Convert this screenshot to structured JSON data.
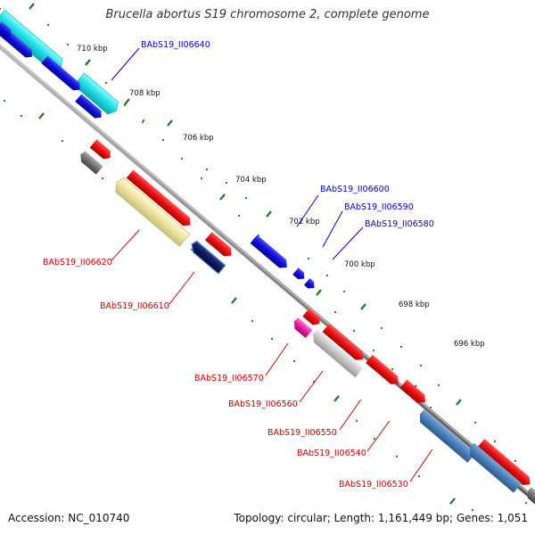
{
  "title": "Brucella abortus S19 chromosome 2, complete genome",
  "footer": {
    "accession": "Accession: NC_010740",
    "summary": "Topology: circular; Length: 1,161,449 bp; Genes: 1,051"
  },
  "colors": {
    "background": "#ffffff",
    "backbone": "#888888",
    "tick": "#1a7a1a",
    "label_red": "#cc0000",
    "label_blue": "#0000cc",
    "red_feature": "#ee1111",
    "blue_feature": "#1111dd",
    "cyan_feature": "#22e0e8",
    "steelblue_feature": "#4a82bc",
    "yellow_feature": "#eee6a0",
    "gray_feature": "#777777",
    "lightgray_feature": "#c8c8c8",
    "navy_feature": "#0d1a66",
    "magenta_feature": "#ee22aa"
  },
  "tick_labels": [
    "710 kbp",
    "708 kbp",
    "706 kbp",
    "704 kbp",
    "702 kbp",
    "700 kbp",
    "698 kbp",
    "696 kbp"
  ],
  "gene_labels": [
    {
      "text": "BAbS19_II06640",
      "color": "blue"
    },
    {
      "text": "BAbS19_II06600",
      "color": "blue"
    },
    {
      "text": "BAbS19_II06590",
      "color": "blue"
    },
    {
      "text": "BAbS19_II06580",
      "color": "blue"
    },
    {
      "text": "BAbS19_II06620",
      "color": "red"
    },
    {
      "text": "BAbS19_II06610",
      "color": "red"
    },
    {
      "text": "BAbS19_II06570",
      "color": "red"
    },
    {
      "text": "BAbS19_II06560",
      "color": "red"
    },
    {
      "text": "BAbS19_II06550",
      "color": "red"
    },
    {
      "text": "BAbS19_II06540",
      "color": "red"
    },
    {
      "text": "BAbS19_II06530",
      "color": "red"
    }
  ]
}
